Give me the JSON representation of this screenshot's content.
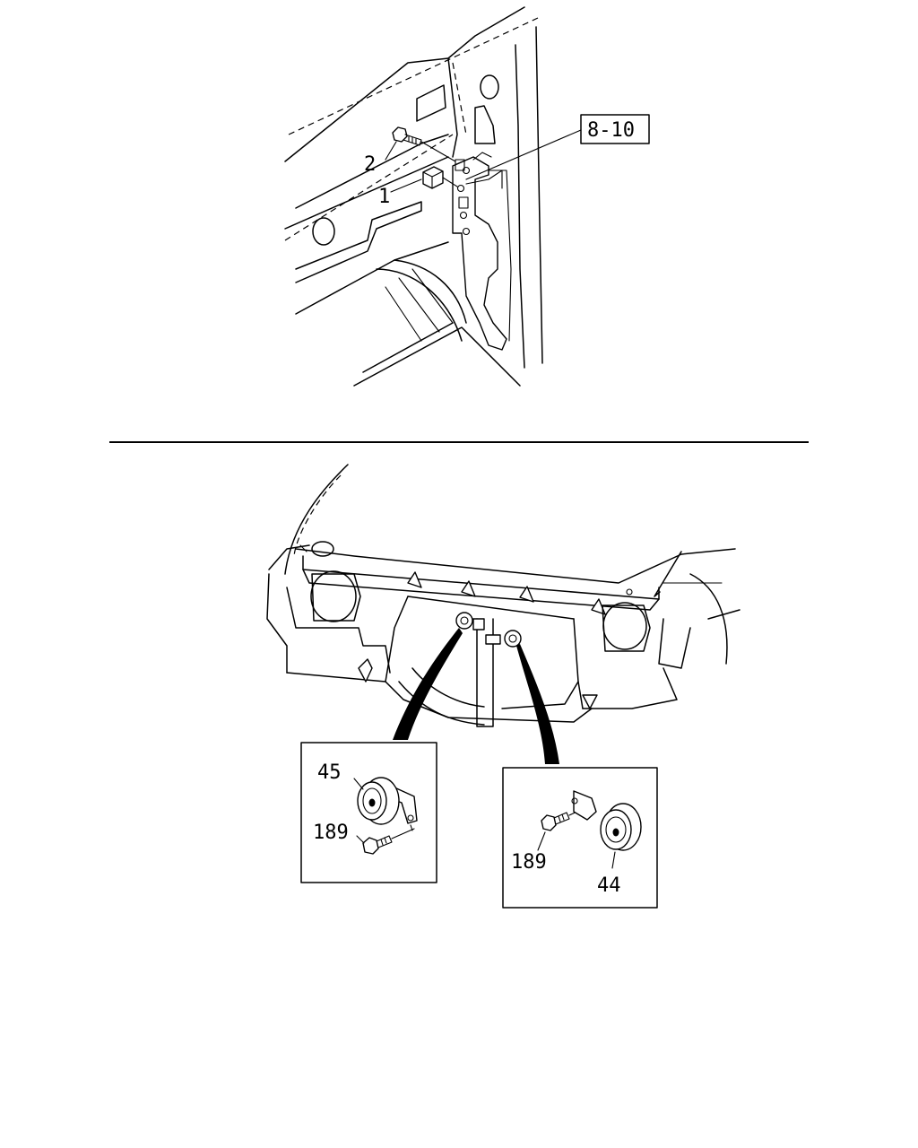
{
  "colors": {
    "ink": "#000000",
    "paper": "#ffffff"
  },
  "top_view": {
    "callouts": [
      {
        "id": "clip",
        "label": "1"
      },
      {
        "id": "bolt",
        "label": "2"
      }
    ],
    "ref_box": {
      "label": "8-10"
    }
  },
  "bottom_view": {
    "left_inset": {
      "horn_label": "45",
      "bolt_label": "189"
    },
    "right_inset": {
      "horn_label": "44",
      "bolt_label": "189"
    }
  }
}
